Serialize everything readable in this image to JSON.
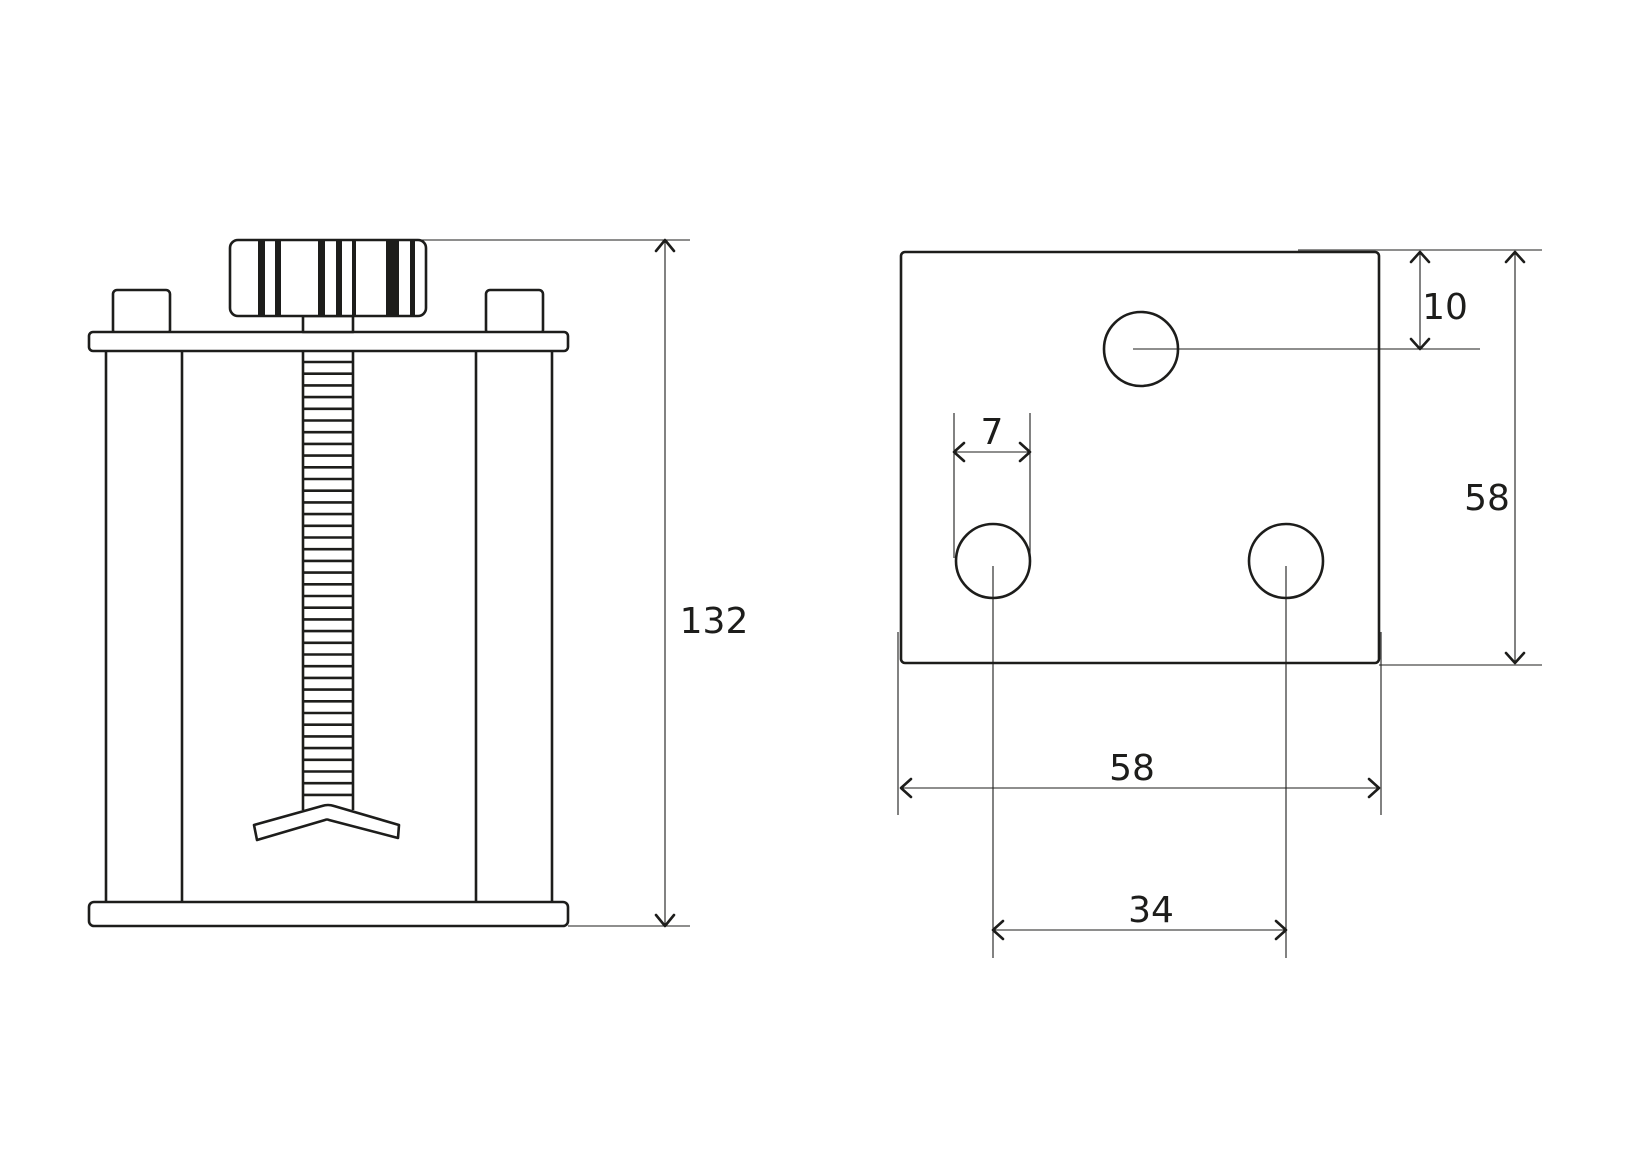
{
  "dimensions": {
    "side_view": {
      "total_height": "132"
    },
    "top_view": {
      "hole_offset_top": "10",
      "hole_diameter": "7",
      "plate_height": "58",
      "plate_width": "58",
      "hole_spacing": "34"
    }
  },
  "colors": {
    "line": "#1d1d1b",
    "background": "#ffffff"
  }
}
